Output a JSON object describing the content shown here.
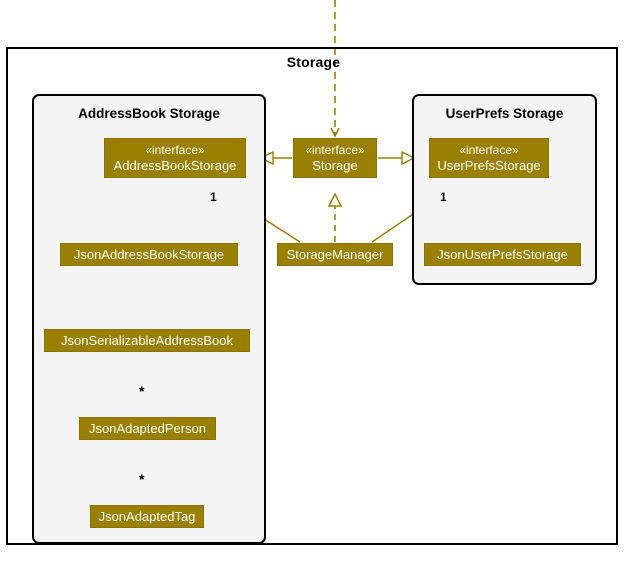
{
  "diagram": {
    "type": "uml-class-diagram",
    "outer_package": {
      "title": "Storage"
    },
    "packages": [
      {
        "id": "addressbook",
        "title": "AddressBook Storage"
      },
      {
        "id": "userprefs",
        "title": "UserPrefs Storage"
      }
    ],
    "colors": {
      "class_fill": "#9A8000",
      "class_text": "#FFFFFF",
      "line": "#9A8000",
      "package_border": "#000000",
      "package_fill": "#F4F4F4",
      "outer_fill": "#FFFFFF"
    },
    "classes": [
      {
        "id": "addressbookstorage",
        "stereotype": "«interface»",
        "name": "AddressBookStorage",
        "package": "addressbook"
      },
      {
        "id": "storage",
        "stereotype": "«interface»",
        "name": "Storage",
        "package": "outer"
      },
      {
        "id": "userprefsstorage",
        "stereotype": "«interface»",
        "name": "UserPrefsStorage",
        "package": "userprefs"
      },
      {
        "id": "jsonaddressbookstorage",
        "stereotype": "",
        "name": "JsonAddressBookStorage",
        "package": "addressbook"
      },
      {
        "id": "storagemanager",
        "stereotype": "",
        "name": "StorageManager",
        "package": "outer"
      },
      {
        "id": "jsonuserprefsstorage",
        "stereotype": "",
        "name": "JsonUserPrefsStorage",
        "package": "userprefs"
      },
      {
        "id": "jsonserializableaddressbook",
        "stereotype": "",
        "name": "JsonSerializableAddressBook",
        "package": "addressbook"
      },
      {
        "id": "jsonadaptedperson",
        "stereotype": "",
        "name": "JsonAdaptedPerson",
        "package": "addressbook"
      },
      {
        "id": "jsonadaptedtag",
        "stereotype": "",
        "name": "JsonAdaptedTag",
        "package": "addressbook"
      }
    ],
    "relationships": [
      {
        "from": "external-top",
        "to": "storage",
        "kind": "dependency",
        "style": "dashed",
        "arrow": "open"
      },
      {
        "from": "storage",
        "to": "addressbookstorage",
        "kind": "generalization",
        "style": "solid",
        "arrow": "hollow-triangle"
      },
      {
        "from": "storage",
        "to": "userprefsstorage",
        "kind": "generalization",
        "style": "solid",
        "arrow": "hollow-triangle"
      },
      {
        "from": "storagemanager",
        "to": "storage",
        "kind": "realization",
        "style": "dashed",
        "arrow": "hollow-triangle"
      },
      {
        "from": "storagemanager",
        "to": "addressbookstorage",
        "kind": "association",
        "style": "solid",
        "arrow": "open",
        "multiplicity": "1"
      },
      {
        "from": "storagemanager",
        "to": "userprefsstorage",
        "kind": "association",
        "style": "solid",
        "arrow": "open",
        "multiplicity": "1"
      },
      {
        "from": "jsonaddressbookstorage",
        "to": "addressbookstorage",
        "kind": "realization",
        "style": "dashed",
        "arrow": "hollow-triangle"
      },
      {
        "from": "jsonuserprefsstorage",
        "to": "userprefsstorage",
        "kind": "realization",
        "style": "dashed",
        "arrow": "hollow-triangle"
      },
      {
        "from": "jsonaddressbookstorage",
        "to": "jsonserializableaddressbook",
        "kind": "dependency",
        "style": "dashed",
        "arrow": "open"
      },
      {
        "from": "jsonserializableaddressbook",
        "to": "jsonadaptedperson",
        "kind": "association",
        "style": "solid",
        "arrow": "open",
        "multiplicity": "*"
      },
      {
        "from": "jsonadaptedperson",
        "to": "jsonadaptedtag",
        "kind": "association",
        "style": "solid",
        "arrow": "open",
        "multiplicity": "*"
      }
    ],
    "multiplicities": {
      "storagemanager_to_addressbookstorage": "1",
      "storagemanager_to_userprefsstorage": "1",
      "serializable_to_person": "*",
      "person_to_tag": "*"
    }
  }
}
